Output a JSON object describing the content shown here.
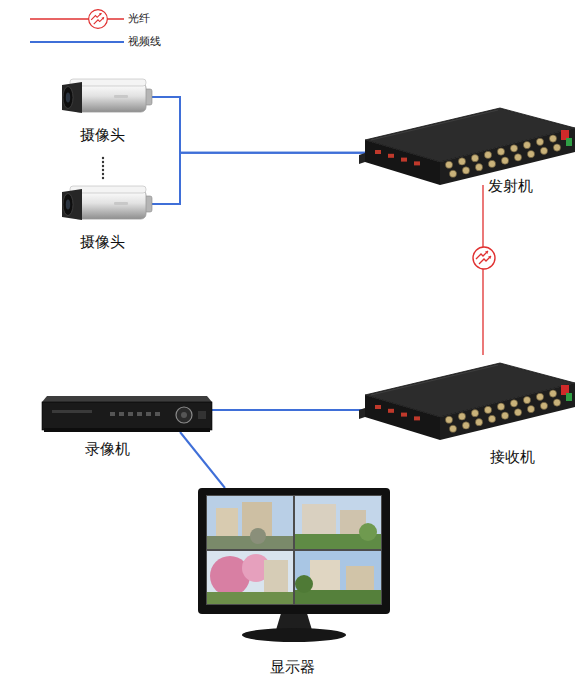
{
  "diagram": {
    "nodes": [
      {
        "text": [
          "摄像头"
        ]
      },
      {
        "text": [
          "摄像头"
        ]
      },
      {
        "text": [
          "发射机"
        ]
      },
      {
        "text": [
          "接收机"
        ]
      },
      {
        "text": [
          "录像机"
        ]
      },
      {
        "text": [
          "显示器"
        ]
      }
    ],
    "edges": [
      {
        "from": 0,
        "to": 2,
        "arrow": "none"
      },
      {
        "from": 1,
        "to": 2,
        "arrow": "none"
      },
      {
        "from": 2,
        "to": 3,
        "arrow": "none"
      },
      {
        "from": 3,
        "to": 4,
        "arrow": "none"
      },
      {
        "from": 4,
        "to": 5,
        "arrow": "none"
      }
    ],
    "legend": [
      {
        "text": "光纤"
      },
      {
        "text": "视频线"
      }
    ]
  }
}
